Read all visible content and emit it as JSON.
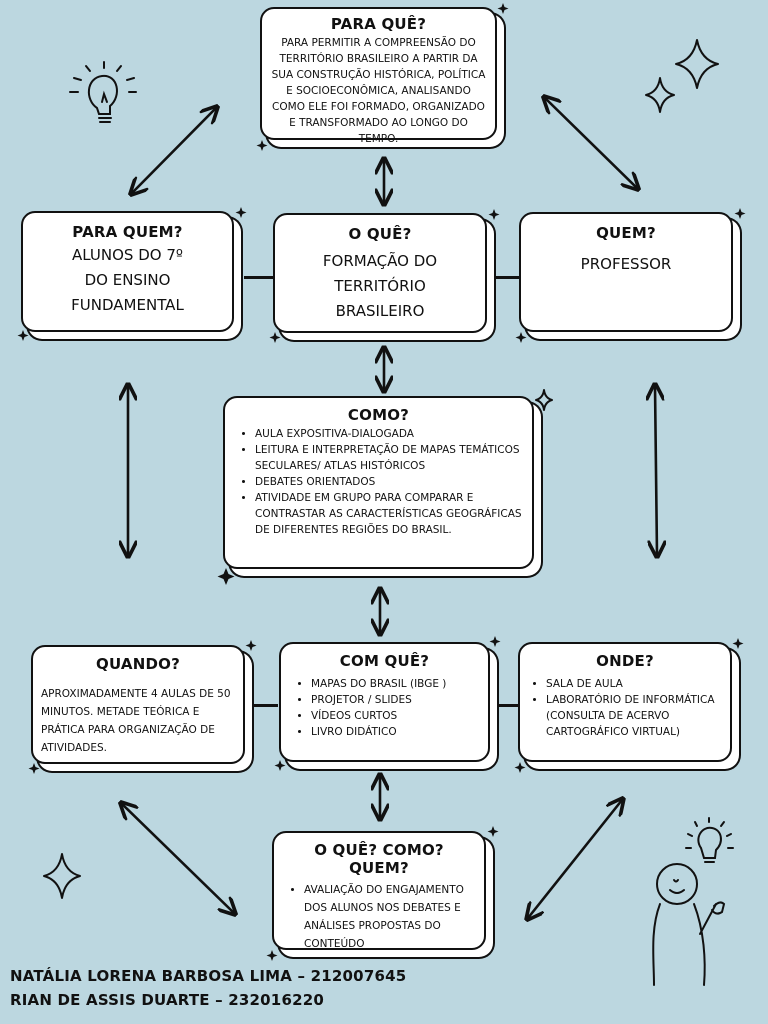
{
  "para_que": {
    "title": "PARA QUÊ?",
    "text": "PARA PERMITIR A COMPREENSÃO DO TERRITÓRIO BRASILEIRO A PARTIR DA SUA CONSTRUÇÃO HISTÓRICA, POLÍTICA E SOCIOECONÔMICA, ANALISANDO COMO ELE FOI FORMADO, ORGANIZADO E TRANSFORMADO AO LONGO DO TEMPO."
  },
  "para_quem": {
    "title": "PARA QUEM?",
    "lines": [
      "ALUNOS DO 7º",
      "DO ENSINO",
      "FUNDAMENTAL"
    ]
  },
  "o_que": {
    "title": "O QUÊ?",
    "lines": [
      "FORMAÇÃO DO",
      "TERRITÓRIO",
      "BRASILEIRO"
    ]
  },
  "quem": {
    "title": "QUEM?",
    "text": "PROFESSOR"
  },
  "como": {
    "title": "COMO?",
    "items": [
      "AULA EXPOSITIVA-DIALOGADA",
      "LEITURA E INTERPRETAÇÃO DE MAPAS TEMÁTICOS SECULARES/ ATLAS HISTÓRICOS",
      "DEBATES ORIENTADOS",
      "ATIVIDADE EM GRUPO PARA COMPARAR E CONTRASTAR AS CARACTERÍSTICAS GEOGRÁFICAS DE DIFERENTES REGIÕES DO BRASIL."
    ]
  },
  "quando": {
    "title": "QUANDO?",
    "text": "APROXIMADAMENTE 4 AULAS DE 50 MINUTOS. METADE TEÓRICA E PRÁTICA PARA ORGANIZAÇÃO DE ATIVIDADES."
  },
  "com_que": {
    "title": "COM QUÊ?",
    "items": [
      "MAPAS DO BRASIL (IBGE )",
      "PROJETOR / SLIDES",
      "VÍDEOS CURTOS",
      "LIVRO DIDÁTICO"
    ]
  },
  "onde": {
    "title": "ONDE?",
    "items": [
      "SALA DE AULA",
      "LABORATÓRIO DE INFORMÁTICA (CONSULTA DE ACERVO CARTOGRÁFICO VIRTUAL)"
    ]
  },
  "avaliacao": {
    "title": "O QUÊ? COMO? QUEM?",
    "items": [
      "AVALIAÇÃO DO ENGAJAMENTO DOS ALUNOS NOS DEBATES E ANÁLISES PROPOSTAS DO CONTEÚDO"
    ]
  },
  "authors": [
    "NATÁLIA LORENA BARBOSA LIMA – 212007645",
    "RIAN DE ASSIS DUARTE – 232016220"
  ],
  "colors": {
    "background": "#bcd7e0",
    "box": "#ffffff",
    "ink": "#111111"
  },
  "icons": [
    "lightbulb-icon",
    "sparkle-icon",
    "person-idea-icon"
  ]
}
